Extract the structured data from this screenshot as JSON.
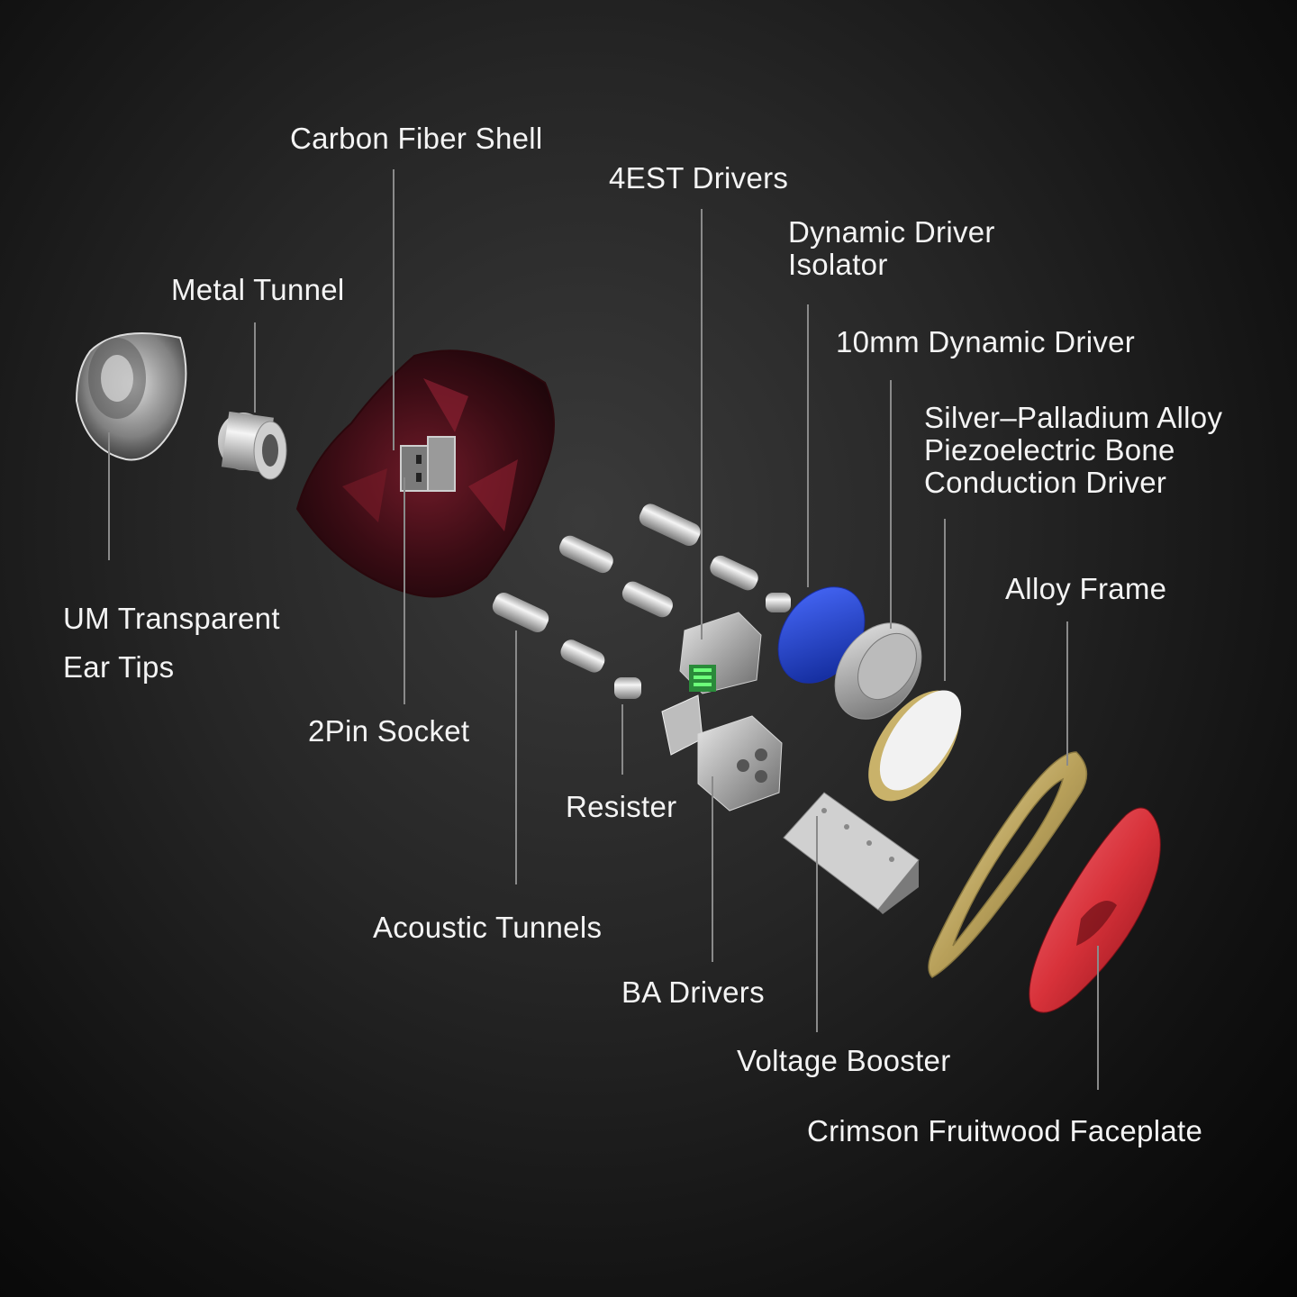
{
  "labels": {
    "carbon_fiber_shell": "Carbon Fiber Shell",
    "metal_tunnel": "Metal Tunnel",
    "est_drivers": "4EST Drivers",
    "dynamic_driver_isolator": [
      "Dynamic Driver",
      "Isolator"
    ],
    "dynamic_driver_10mm": "10mm Dynamic Driver",
    "bone_conduction_driver": [
      "Silver–Palladium Alloy",
      "Piezoelectric Bone",
      "Conduction Driver"
    ],
    "alloy_frame": "Alloy Frame",
    "ear_tips": [
      "UM Transparent",
      "Ear Tips"
    ],
    "pin_socket": "2Pin Socket",
    "resister": "Resister",
    "acoustic_tunnels": "Acoustic Tunnels",
    "ba_drivers": "BA Drivers",
    "voltage_booster": "Voltage Booster",
    "faceplate": "Crimson Fruitwood Faceplate"
  },
  "colors": {
    "background": "#1a1a1a",
    "text": "#f4f4f4",
    "leader_line": "#8a8a8a",
    "shell": "#5a1520",
    "isolator": "#1d3fcc",
    "alloy_frame": "#c9b26a",
    "faceplate": "#d8323a"
  }
}
